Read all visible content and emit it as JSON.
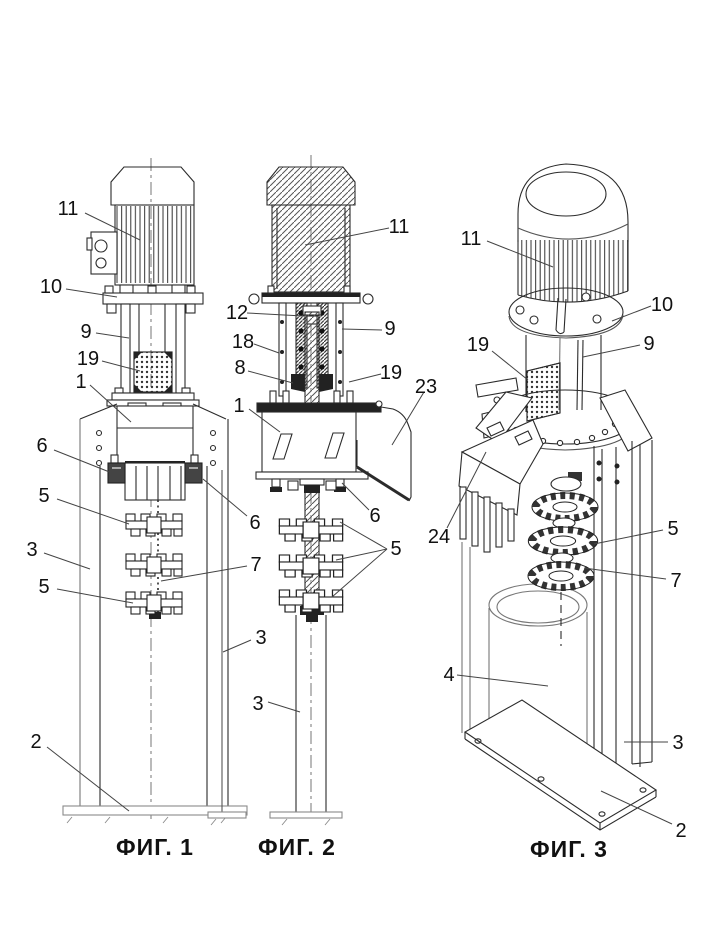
{
  "drawing": {
    "type": "patent-line-drawing",
    "colors": {
      "line": "#2b2b2b",
      "light": "#8a8a8a",
      "leader": "#444444",
      "text": "#111111",
      "fill_dark": "#222222"
    },
    "figures": [
      {
        "caption": "ФИГ. 1",
        "view": "front-elevation",
        "labels": [
          "11",
          "10",
          "9",
          "19",
          "1",
          "6",
          "5",
          "3",
          "5",
          "2",
          "6",
          "7"
        ]
      },
      {
        "caption": "ФИГ. 2",
        "view": "sectional-view",
        "labels": [
          "11",
          "12",
          "18",
          "8",
          "1",
          "9",
          "19",
          "23",
          "6",
          "5",
          "3",
          "3"
        ]
      },
      {
        "caption": "ФИГ. 3",
        "view": "perspective-view",
        "labels": [
          "11",
          "10",
          "9",
          "19",
          "24",
          "5",
          "7",
          "4",
          "3",
          "2"
        ]
      }
    ]
  }
}
